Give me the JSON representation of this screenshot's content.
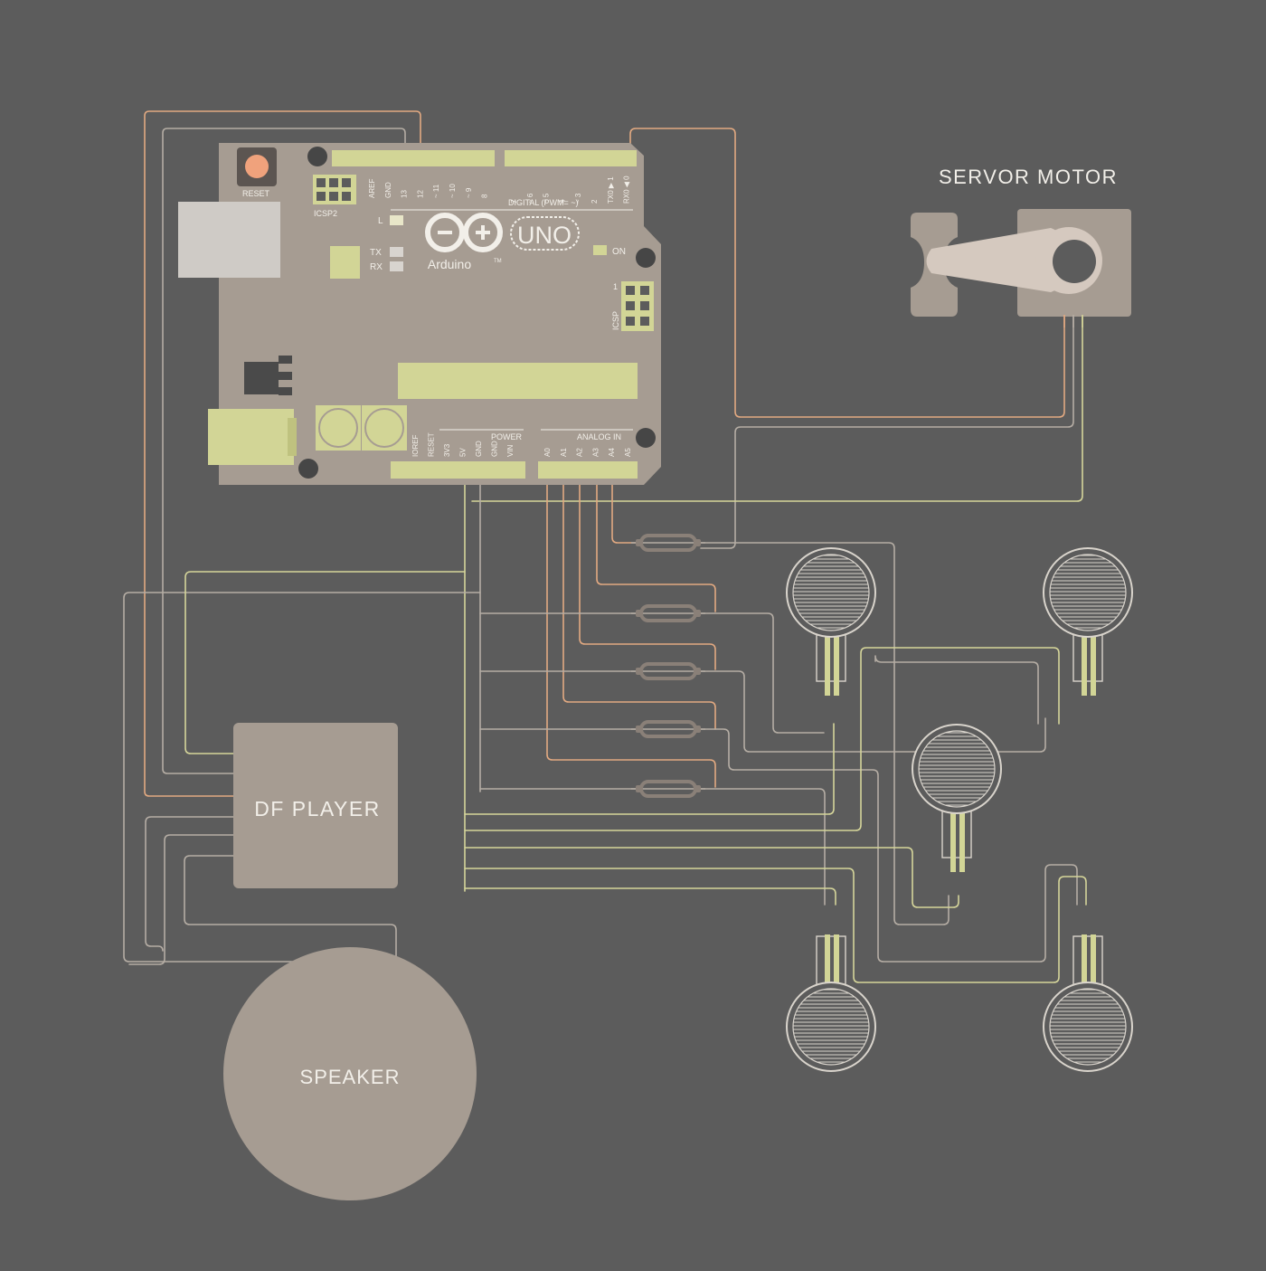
{
  "colors": {
    "background": "#5c5c5c",
    "board": "#a69c92",
    "header": "#d2d596",
    "component": "#a69c92",
    "wire_orange": "#e2a981",
    "wire_yellow": "#d5d59a",
    "wire_gray": "#b5ada4",
    "reset_button": "#f0a27c",
    "text_light": "#f2efe9"
  },
  "arduino": {
    "reset_label": "RESET",
    "icsp2_label": "ICSP2",
    "icsp_label": "ICSP",
    "icsp_pin1": "1",
    "led_l": "L",
    "led_tx": "TX",
    "led_rx": "RX",
    "led_on": "ON",
    "brand": "Arduino",
    "model": "UNO",
    "trademark": "TM",
    "digital_label": "DIGITAL (PWM= ~)",
    "power_label": "POWER",
    "analog_label": "ANALOG IN",
    "digital_pins_left": [
      "AREF",
      "GND",
      "13",
      "12",
      "~ 11",
      "~ 10",
      "~ 9",
      "8"
    ],
    "digital_pins_right": [
      "7",
      "~ 6",
      "~ 5",
      "4",
      "~ 3",
      "2",
      "TX0 ▶ 1",
      "RX0 ◀ 0"
    ],
    "power_pins": [
      "IOREF",
      "RESET",
      "3V3",
      "5V",
      "GND",
      "GND",
      "VIN"
    ],
    "analog_pins": [
      "A0",
      "A1",
      "A2",
      "A3",
      "A4",
      "A5"
    ]
  },
  "servo": {
    "label": "SERVOR MOTOR"
  },
  "df_player": {
    "label": "DF PLAYER"
  },
  "speaker": {
    "label": "SPEAKER"
  }
}
